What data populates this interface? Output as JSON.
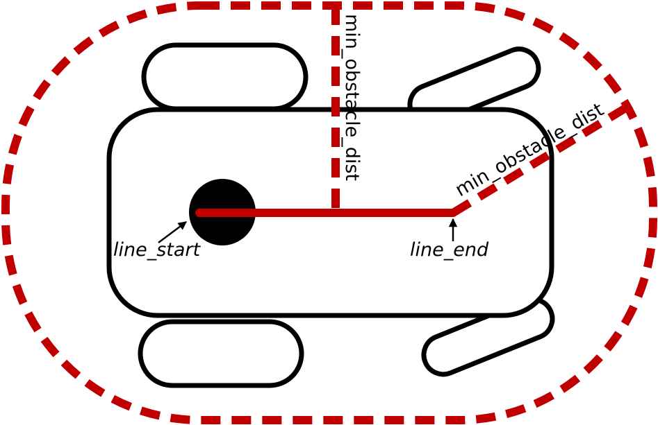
{
  "labels": {
    "vertical_dist": "min_obstacle_dist",
    "diagonal_dist": "min_obstacle_dist",
    "line_start": "line_start",
    "line_end": "line_end"
  },
  "colors": {
    "boundary": "#c00000",
    "outline": "#000000"
  }
}
